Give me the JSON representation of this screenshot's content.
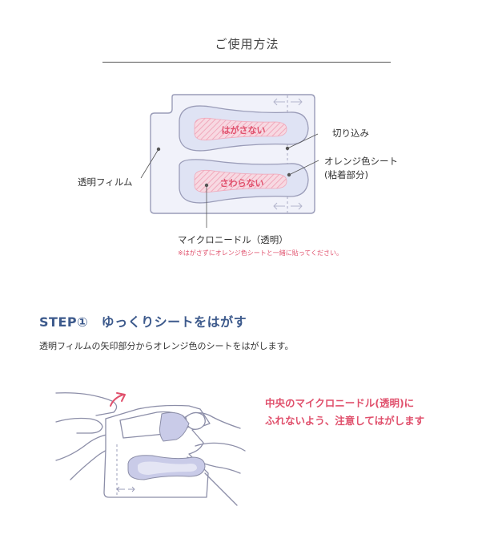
{
  "usage": {
    "heading": "ご使用方法"
  },
  "diagram": {
    "patch_top_label": "はがさない",
    "patch_bottom_label": "さわらない",
    "label_cut": "切り込み",
    "label_orange_sheet_line1": "オレンジ色シート",
    "label_orange_sheet_line2": "(粘着部分)",
    "label_film": "透明フィルム",
    "label_microneedle": "マイクロニードル（透明）",
    "note_microneedle": "※はがさずにオレンジ色シートと一緒に貼ってください。"
  },
  "step1": {
    "title": "STEP①　ゆっくりシートをはがす",
    "description": "透明フィルムの矢印部分からオレンジ色のシートをはがします。",
    "caution_line1": "中央のマイクロニードル(透明)に",
    "caution_line2": "ふれないよう、注意してはがします"
  },
  "colors": {
    "accent_pink": "#e0506c",
    "step_blue": "#3d5a8c",
    "outline_gray": "#9a9cb8",
    "film_fill": "#f1f2fa",
    "patch_fill": "#dfe3f4"
  }
}
